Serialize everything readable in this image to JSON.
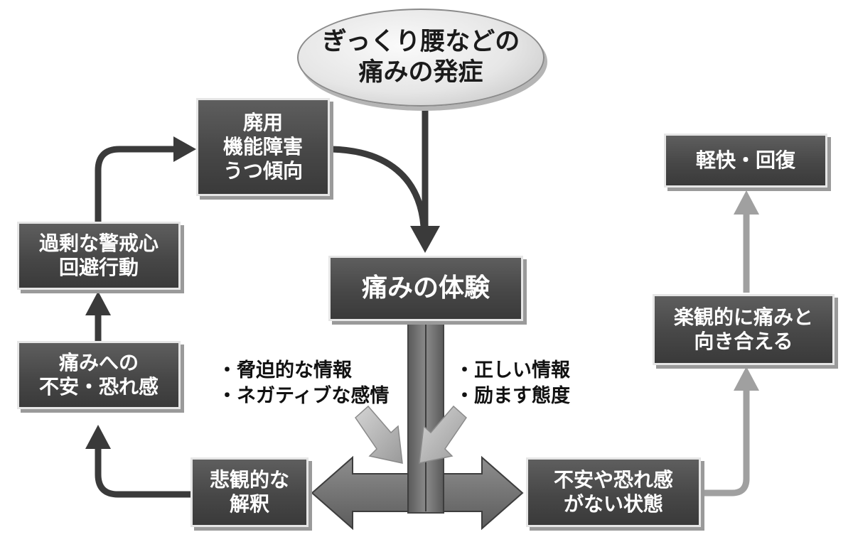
{
  "nodes": {
    "onset": {
      "lines": [
        "ぎっくり腰などの",
        "痛みの発症"
      ]
    },
    "disuse": {
      "lines": [
        "廃用",
        "機能障害",
        "うつ傾向"
      ]
    },
    "pain_experience": {
      "lines": [
        "痛みの体験"
      ]
    },
    "overcaution": {
      "lines": [
        "過剰な警戒心",
        "回避行動"
      ]
    },
    "anxiety_fear": {
      "lines": [
        "痛みへの",
        "不安・恐れ感"
      ]
    },
    "pessimistic": {
      "lines": [
        "悲観的な",
        "解釈"
      ]
    },
    "no_fear": {
      "lines": [
        "不安や恐れ感",
        "がない状態"
      ]
    },
    "optimistic": {
      "lines": [
        "楽観的に痛みと",
        "向き合える"
      ]
    },
    "recovery": {
      "lines": [
        "軽快・回復"
      ]
    }
  },
  "inputs": {
    "negative": [
      "・脅迫的な情報",
      "・ネガティブな感情"
    ],
    "positive": [
      "・正しい情報",
      "・励ます態度"
    ]
  },
  "colors": {
    "box_fill": "#474747",
    "box_border": "#e6e6e6",
    "dark_arrow": "#3a3a3a",
    "light_arrow": "#a0a0a0"
  }
}
